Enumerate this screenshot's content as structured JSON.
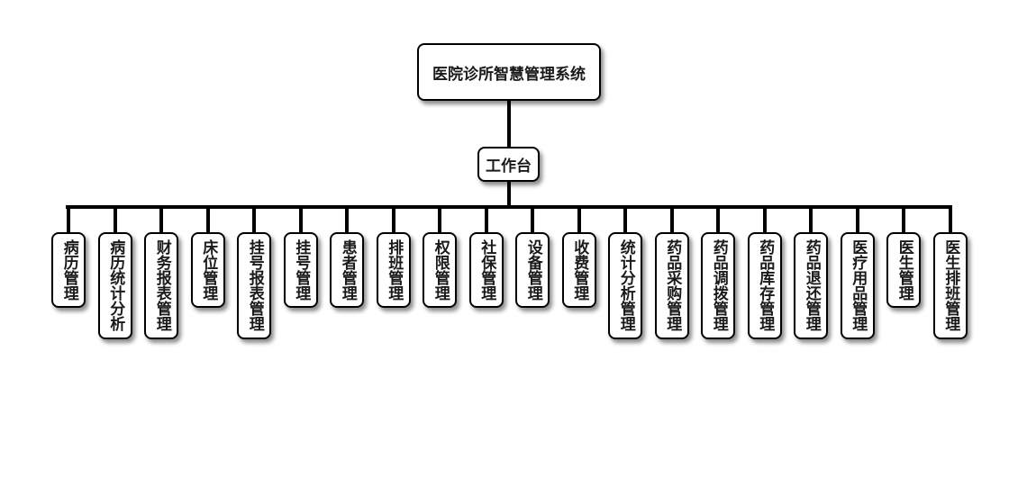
{
  "diagram": {
    "root": "医院诊所智慧管理系统",
    "hub": "工作台",
    "modules": [
      "病历管理",
      "病历统计分析",
      "财务报表管理",
      "床位管理",
      "挂号报表管理",
      "挂号管理",
      "患者管理",
      "排班管理",
      "权限管理",
      "社保管理",
      "设备管理",
      "收费管理",
      "统计分析管理",
      "药品采购管理",
      "药品调拨管理",
      "药品库存管理",
      "药品退还管理",
      "医疗用品管理",
      "医生管理",
      "医生排班管理"
    ]
  },
  "colors": {
    "line": "#000000",
    "node_bg": "#ffffff",
    "text": "#1a1a1a"
  }
}
